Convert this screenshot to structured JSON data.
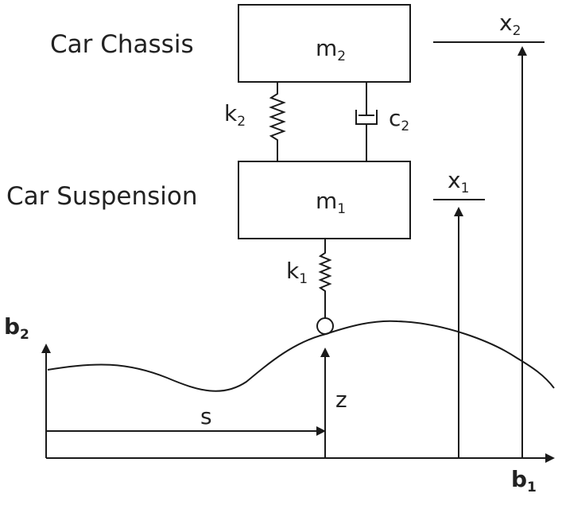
{
  "labels": {
    "chassis": "Car Chassis",
    "suspension": "Car Suspension"
  },
  "symbols": {
    "m2": {
      "base": "m",
      "sub": "2"
    },
    "m1": {
      "base": "m",
      "sub": "1"
    },
    "k2": {
      "base": "k",
      "sub": "2"
    },
    "c2": {
      "base": "c",
      "sub": "2"
    },
    "k1": {
      "base": "k",
      "sub": "1"
    },
    "x2": {
      "base": "x",
      "sub": "2"
    },
    "x1": {
      "base": "x",
      "sub": "1"
    },
    "b2": {
      "base": "b",
      "sub": "2"
    },
    "b1": {
      "base": "b",
      "sub": "1"
    },
    "s": "s",
    "z": "z"
  },
  "colors": {
    "ink": "#1a1a1a",
    "text": "#222222",
    "background": "#ffffff"
  }
}
